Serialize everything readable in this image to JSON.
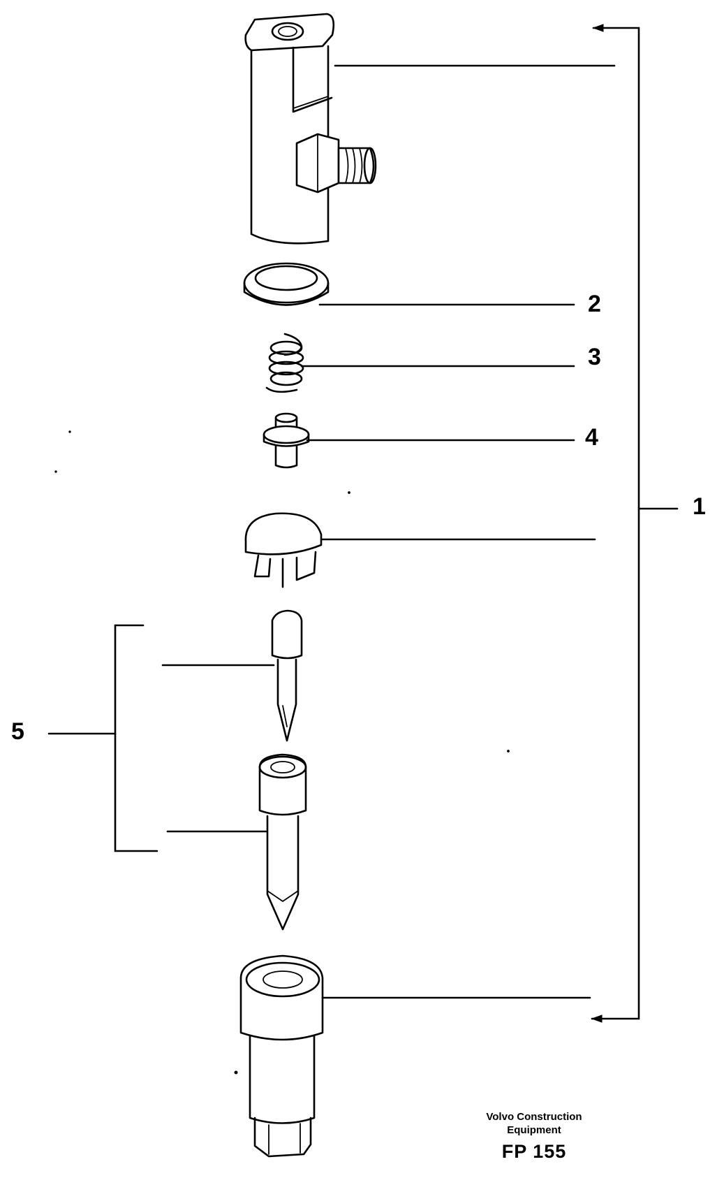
{
  "callouts": {
    "item_1": "1",
    "item_2": "2",
    "item_3": "3",
    "item_4": "4",
    "item_5": "5"
  },
  "caption": {
    "company_line1": "Volvo Construction",
    "company_line2": "Equipment",
    "drawing_code": "FP 155"
  },
  "colors": {
    "ink": "#000000",
    "paper": "#ffffff"
  }
}
